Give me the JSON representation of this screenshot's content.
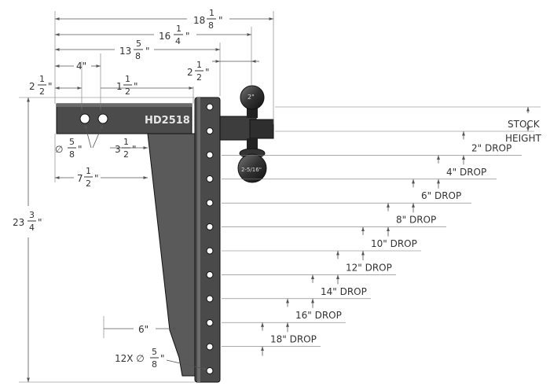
{
  "model": "HD2518",
  "ball_large": "2\"",
  "ball_small": "2-5/16\"",
  "dims": {
    "overall_length": {
      "whole": "18",
      "num": "1",
      "den": "8",
      "unit": "\""
    },
    "length_2": {
      "whole": "16",
      "num": "1",
      "den": "4",
      "unit": "\""
    },
    "length_3": {
      "whole": "13",
      "num": "5",
      "den": "8",
      "unit": "\""
    },
    "shank_offset": {
      "whole": "2",
      "num": "1",
      "den": "2",
      "unit": "\""
    },
    "ball_offset": {
      "whole": "2",
      "num": "1",
      "den": "2",
      "unit": "\""
    },
    "hole_spacing": "4\"",
    "hole_spacing_2": {
      "whole": "1",
      "num": "1",
      "den": "2",
      "unit": "\""
    },
    "pin_hole_dia": {
      "prefix": "∅",
      "num": "5",
      "den": "8",
      "unit": "\""
    },
    "taper_start": {
      "whole": "3",
      "num": "1",
      "den": "2",
      "unit": "\""
    },
    "shank_length": {
      "whole": "7",
      "num": "1",
      "den": "2",
      "unit": "\""
    },
    "total_height": {
      "whole": "23",
      "num": "3",
      "den": "4",
      "unit": "\""
    },
    "bottom_width": "6\"",
    "drop_holes": {
      "prefix": "12X ∅",
      "num": "5",
      "den": "8",
      "unit": "\""
    }
  },
  "stock_height": [
    "STOCK",
    "HEIGHT"
  ],
  "drops": [
    "2\" DROP",
    "4\" DROP",
    "6\" DROP",
    "8\" DROP",
    "10\" DROP",
    "12\" DROP",
    "14\" DROP",
    "16\" DROP",
    "18\" DROP"
  ]
}
